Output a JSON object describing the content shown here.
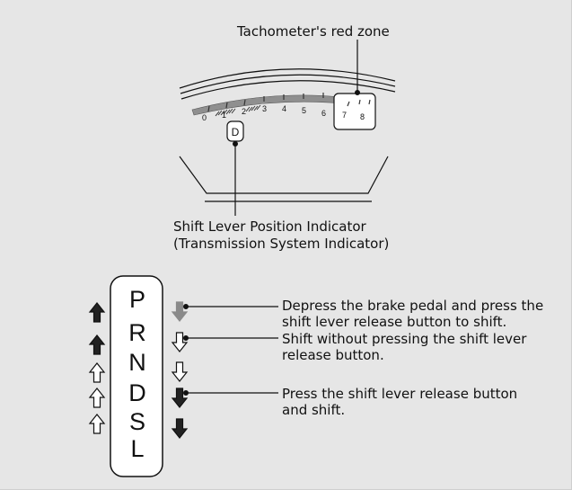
{
  "callouts": {
    "red_zone": "Tachometer's red zone",
    "indicator_line1": "Shift Lever Position Indicator",
    "indicator_line2": "(Transmission System Indicator)",
    "brake_line1": "Depress the brake pedal and press the",
    "brake_line2": "shift lever release button to shift.",
    "no_button_line1": "Shift without pressing the shift lever",
    "no_button_line2": "release button.",
    "press_line1": "Press the shift lever release button",
    "press_line2": "and shift."
  },
  "tachometer": {
    "ticks": [
      "0",
      "1",
      "2",
      "3",
      "4",
      "5",
      "6",
      "7",
      "8"
    ],
    "redzone_ticks": [
      "7",
      "8"
    ],
    "position_indicator": "D"
  },
  "gear_gate": {
    "positions": [
      "P",
      "R",
      "N",
      "D",
      "S",
      "L"
    ]
  },
  "colors": {
    "panel_bg": "#e6e6e6",
    "line": "#111111",
    "arrow_dark": "#222222",
    "arrow_gray": "#8a8a8a"
  }
}
